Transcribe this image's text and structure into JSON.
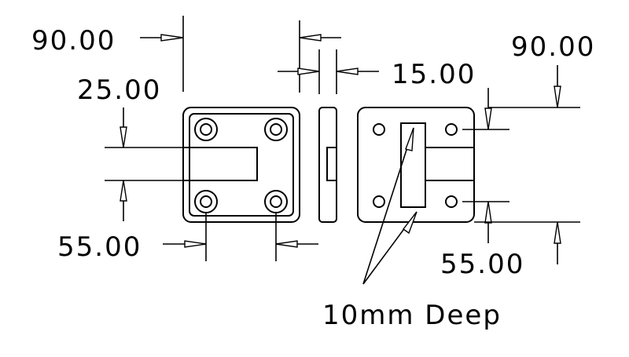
{
  "drawing": {
    "labels": {
      "top_left_width": "90.00",
      "top_left_offset": "25.00",
      "bottom_left_hole_spacing": "55.00",
      "side_thickness": "15.00",
      "top_right_height": "90.00",
      "bottom_right_hole_spacing": "55.00",
      "slot_depth_note": "10mm Deep"
    },
    "colors": {
      "stroke": "#000000",
      "background": "#ffffff"
    }
  }
}
